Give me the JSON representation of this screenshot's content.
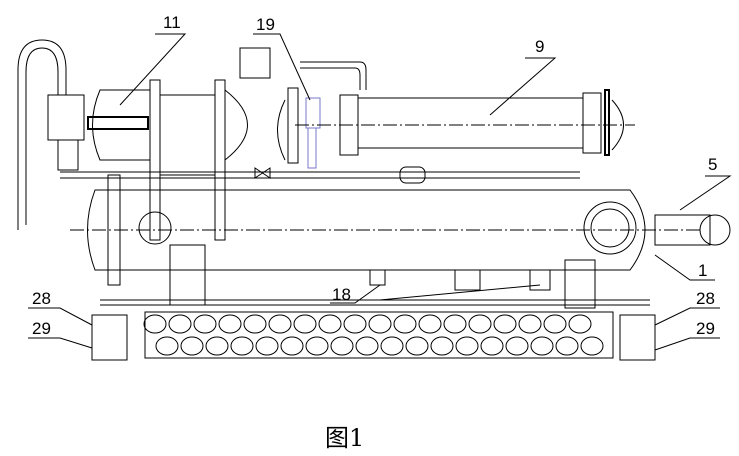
{
  "labels": {
    "l11": "11",
    "l19": "19",
    "l9": "9",
    "l5": "5",
    "l1": "1",
    "l18": "18",
    "l28a": "28",
    "l29a": "29",
    "l28b": "28",
    "l29b": "29"
  },
  "caption": "图1",
  "colors": {
    "line": "#000000",
    "highlight": "#7777cc"
  }
}
